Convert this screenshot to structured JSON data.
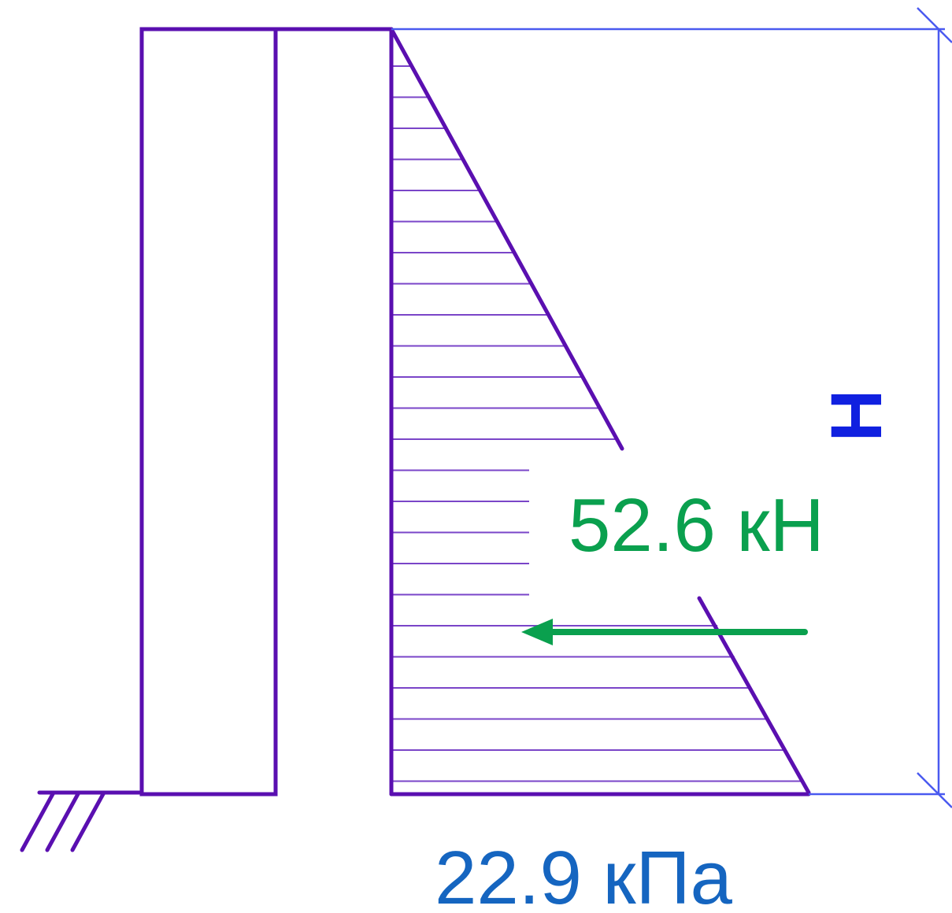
{
  "force": {
    "label": "52.6 кН",
    "color": "#0aa04e"
  },
  "pressure": {
    "label": "22.9 кПа",
    "color": "#1565c0"
  },
  "dimension": {
    "label": "H",
    "color": "#1020e0"
  },
  "colors": {
    "structure": "#5a0fb0",
    "hatch": "#7a45c8",
    "dimension_line": "#4a5af0"
  }
}
